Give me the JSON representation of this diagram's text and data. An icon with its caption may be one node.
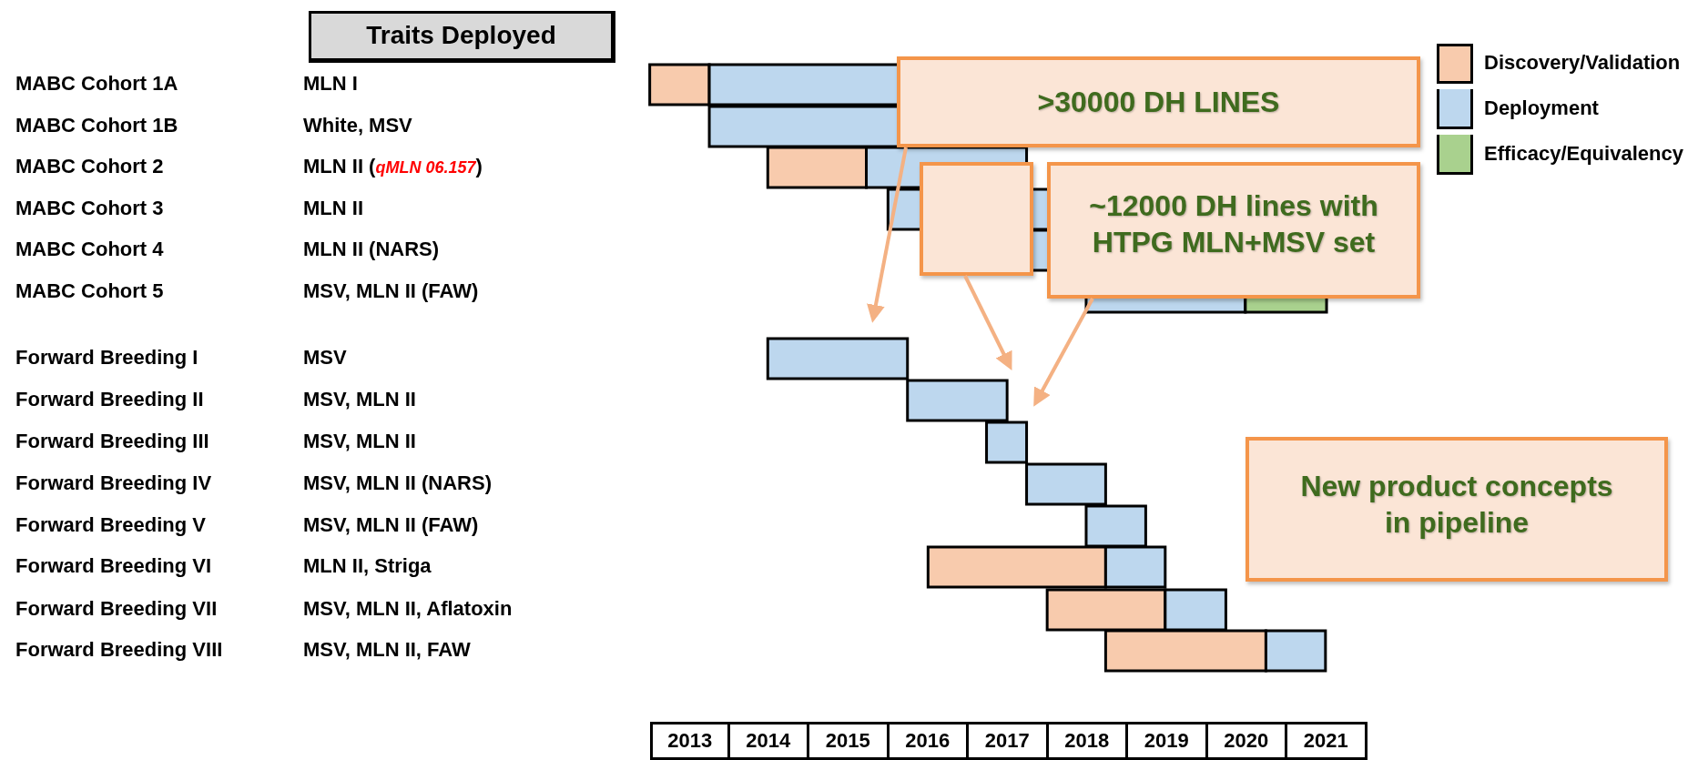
{
  "diagram": {
    "nodes": [
      {
        "text": [
          "Traits Deployed"
        ]
      },
      {
        "text": [
          ">30000 DH LINES"
        ]
      },
      {
        "text": [],
        "shape": "box"
      },
      {
        "text": [
          "~12000 DH lines with HTPG MLN+MSV set"
        ]
      },
      {
        "text": [
          "New product concepts in pipeline"
        ]
      }
    ],
    "edges": [
      {
        "from": 1,
        "to": null,
        "arrow": "to"
      },
      {
        "from": 2,
        "to": null,
        "arrow": "to"
      },
      {
        "from": 3,
        "to": null,
        "arrow": "to"
      }
    ],
    "labels": [
      "MABC Cohort 1A",
      "MLN I",
      "MABC Cohort 1B",
      "White, MSV",
      "MABC Cohort 2",
      "MLN II (*qMLN 06.157*)",
      "MABC Cohort 3",
      "MLN II",
      "MABC Cohort 4",
      "MLN II (NARS)",
      "MABC Cohort 5",
      "MSV, MLN II (FAW)",
      "Forward Breeding I",
      "MSV",
      "Forward Breeding II",
      "MSV, MLN II",
      "Forward Breeding III",
      "MSV, MLN II",
      "Forward Breeding IV",
      "MSV, MLN II (NARS)",
      "Forward Breeding V",
      "MSV, MLN II (FAW)",
      "Forward Breeding VI",
      "MLN II, Striga",
      "Forward Breeding VII",
      "MSV, MLN II, Aflatoxin",
      "Forward Breeding VIII",
      "MSV, MLN II, FAW",
      "2013",
      "2014",
      "2015",
      "2016",
      "2017",
      "2018",
      "2019",
      "2020",
      "2021"
    ],
    "legend": [
      {
        "text": "Discovery/Validation",
        "color": "#f8cbad"
      },
      {
        "text": "Deployment",
        "color": "#bdd7ee"
      },
      {
        "text": "Efficacy/Equivalency",
        "color": "#a9d18e"
      }
    ]
  }
}
